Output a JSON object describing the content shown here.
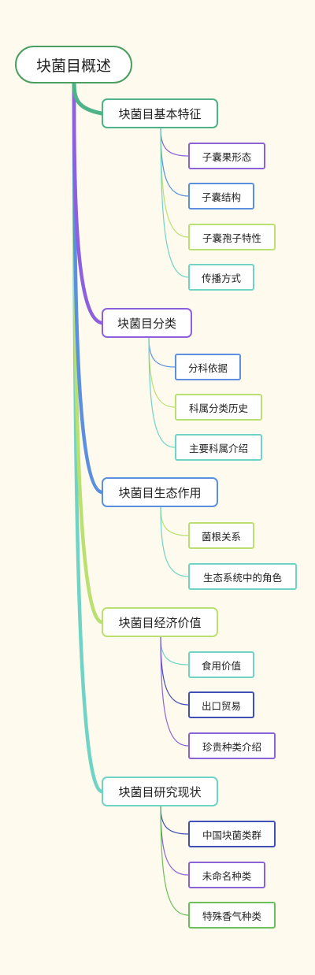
{
  "root": {
    "label": "块菌目概述",
    "color": "#4a9e60"
  },
  "branches": [
    {
      "label": "块菌目基本特征",
      "color": "#4db389",
      "children": [
        {
          "label": "子囊果形态",
          "color": "#8a63d8"
        },
        {
          "label": "子囊结构",
          "color": "#5b8fe0"
        },
        {
          "label": "子囊孢子特性",
          "color": "#b9e070"
        },
        {
          "label": "传播方式",
          "color": "#6fd4c6"
        }
      ]
    },
    {
      "label": "块菌目分类",
      "color": "#8e60df",
      "children": [
        {
          "label": "分科依据",
          "color": "#5b8fe0"
        },
        {
          "label": "科属分类历史",
          "color": "#b9e070"
        },
        {
          "label": "主要科属介绍",
          "color": "#6fd4c6"
        }
      ]
    },
    {
      "label": "块菌目生态作用",
      "color": "#5b8fe0",
      "children": [
        {
          "label": "菌根关系",
          "color": "#b9e070"
        },
        {
          "label": "生态系统中的角色",
          "color": "#6fd4c6"
        }
      ]
    },
    {
      "label": "块菌目经济价值",
      "color": "#b9e070",
      "children": [
        {
          "label": "食用价值",
          "color": "#6fd4c6"
        },
        {
          "label": "出口贸易",
          "color": "#3f51b8"
        },
        {
          "label": "珍贵种类介绍",
          "color": "#8a63d8"
        }
      ]
    },
    {
      "label": "块菌目研究现状",
      "color": "#6fd4c6",
      "children": [
        {
          "label": "中国块菌类群",
          "color": "#3f51b8"
        },
        {
          "label": "未命名种类",
          "color": "#8a63d8"
        },
        {
          "label": "特殊香气种类",
          "color": "#6bbf5a"
        }
      ]
    }
  ]
}
